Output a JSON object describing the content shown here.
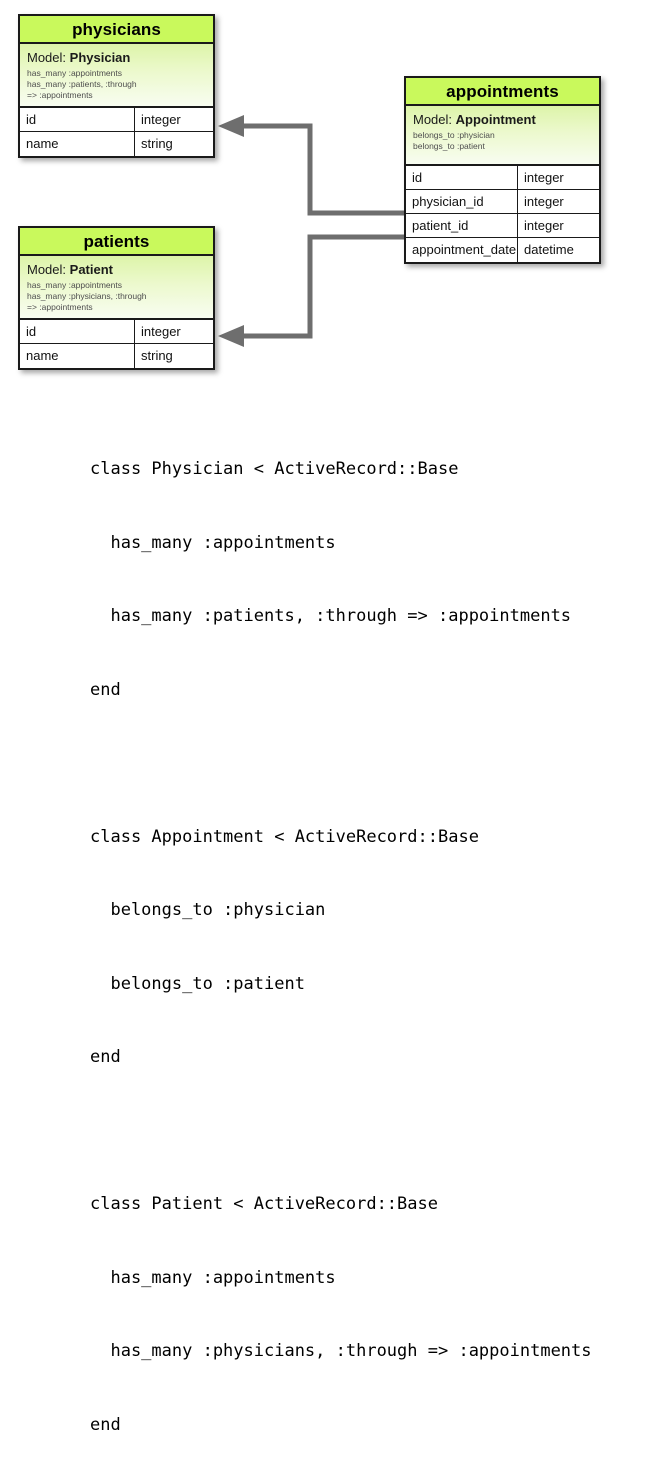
{
  "diagram": {
    "type": "entity-relationship-diagram",
    "colors": {
      "header_green": "#c9f95c",
      "body_gradient_top": "#ddf4a9",
      "body_gradient_bottom": "#f8fdf1",
      "border": "#1a1a1a",
      "connector": "#6e6e6e",
      "note_text": "#4e4e4e"
    },
    "entities": [
      {
        "id": "physicians",
        "title": "physicians",
        "model_label": "Model:",
        "model_name": "Physician",
        "notes": [
          "has_many :appointments",
          "has_many :patients, :through",
          "=> :appointments"
        ],
        "attributes": [
          {
            "name": "id",
            "type": "integer"
          },
          {
            "name": "name",
            "type": "string"
          }
        ]
      },
      {
        "id": "patients",
        "title": "patients",
        "model_label": "Model:",
        "model_name": "Patient",
        "notes": [
          "has_many :appointments",
          "has_many :physicians, :through",
          "=> :appointments"
        ],
        "attributes": [
          {
            "name": "id",
            "type": "integer"
          },
          {
            "name": "name",
            "type": "string"
          }
        ]
      },
      {
        "id": "appointments",
        "title": "appointments",
        "model_label": "Model:",
        "model_name": "Appointment",
        "notes": [
          "belongs_to :physician",
          "belongs_to :patient"
        ],
        "attributes": [
          {
            "name": "id",
            "type": "integer"
          },
          {
            "name": "physician_id",
            "type": "integer"
          },
          {
            "name": "patient_id",
            "type": "integer"
          },
          {
            "name": "appointment_date",
            "type": "datetime"
          }
        ]
      }
    ],
    "relationships": [
      {
        "from": "appointments.physician_id",
        "to": "physicians.id",
        "arrow": "to"
      },
      {
        "from": "appointments.patient_id",
        "to": "patients.id",
        "arrow": "to"
      }
    ]
  },
  "code": {
    "language": "ruby",
    "lines": [
      "class Physician < ActiveRecord::Base",
      "  has_many :appointments",
      "  has_many :patients, :through => :appointments",
      "end",
      "",
      "class Appointment < ActiveRecord::Base",
      "  belongs_to :physician",
      "  belongs_to :patient",
      "end",
      "",
      "class Patient < ActiveRecord::Base",
      "  has_many :appointments",
      "  has_many :physicians, :through => :appointments",
      "end"
    ]
  }
}
